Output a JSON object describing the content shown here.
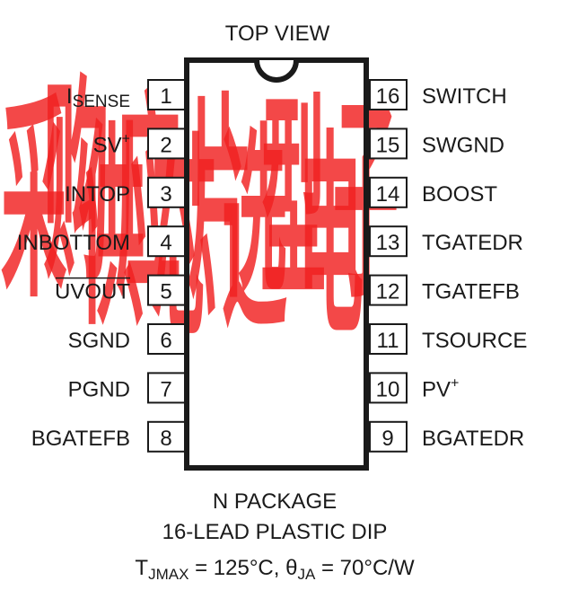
{
  "top_view": "TOP VIEW",
  "watermark": "采购供应芯片选型电子",
  "colors": {
    "ink": "#1a1a1a",
    "watermark": "#f02020"
  },
  "left_pins": [
    {
      "num": "1",
      "label": "I",
      "sub": "SENSE",
      "sup": "",
      "overbar": false
    },
    {
      "num": "2",
      "label": "SV",
      "sub": "",
      "sup": "+",
      "overbar": false
    },
    {
      "num": "3",
      "label": "INTOP",
      "sub": "",
      "sup": "",
      "overbar": false
    },
    {
      "num": "4",
      "label": "INBOTTOM",
      "sub": "",
      "sup": "",
      "overbar": false
    },
    {
      "num": "5",
      "label": "UVOUT",
      "sub": "",
      "sup": "",
      "overbar": true
    },
    {
      "num": "6",
      "label": "SGND",
      "sub": "",
      "sup": "",
      "overbar": false
    },
    {
      "num": "7",
      "label": "PGND",
      "sub": "",
      "sup": "",
      "overbar": false
    },
    {
      "num": "8",
      "label": "BGATEFB",
      "sub": "",
      "sup": "",
      "overbar": false
    }
  ],
  "right_pins": [
    {
      "num": "16",
      "label": "SWITCH",
      "sup": ""
    },
    {
      "num": "15",
      "label": "SWGND",
      "sup": ""
    },
    {
      "num": "14",
      "label": "BOOST",
      "sup": ""
    },
    {
      "num": "13",
      "label": "TGATEDR",
      "sup": ""
    },
    {
      "num": "12",
      "label": "TGATEFB",
      "sup": ""
    },
    {
      "num": "11",
      "label": "TSOURCE",
      "sup": ""
    },
    {
      "num": "10",
      "label": "PV",
      "sup": "+"
    },
    {
      "num": "9",
      "label": "BGATEDR",
      "sup": ""
    }
  ],
  "caption": {
    "line1": "N PACKAGE",
    "line2": "16-LEAD PLASTIC DIP",
    "t_sym": "T",
    "t_sub": "JMAX",
    "t_val": " = 125°C, ",
    "theta_sym": "θ",
    "theta_sub": "JA",
    "theta_val": " = 70°C/W"
  }
}
